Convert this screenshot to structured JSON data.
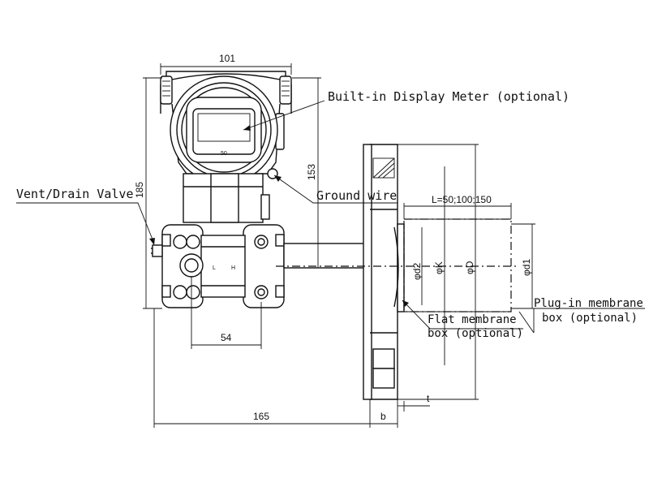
{
  "labels": {
    "display_meter": "Built-in Display Meter (optional)",
    "vent_drain": "Vent/Drain Valve",
    "ground_wire": "Ground wire",
    "plugin_line1": "Plug-in membrane",
    "plugin_line2": "box (optional)",
    "flat_line1": "Flat membrane",
    "flat_line2": "box (optional)"
  },
  "dimensions": {
    "width_top": "101",
    "height_total": "185",
    "height_153": "153",
    "length_options": "L=50;100;150",
    "d2": "φd2",
    "K": "φK",
    "D": "φD",
    "d1": "φd1",
    "width_54": "54",
    "length_165": "165",
    "b": "b",
    "t": "t"
  },
  "marks": {
    "H": "H",
    "L": "L"
  }
}
